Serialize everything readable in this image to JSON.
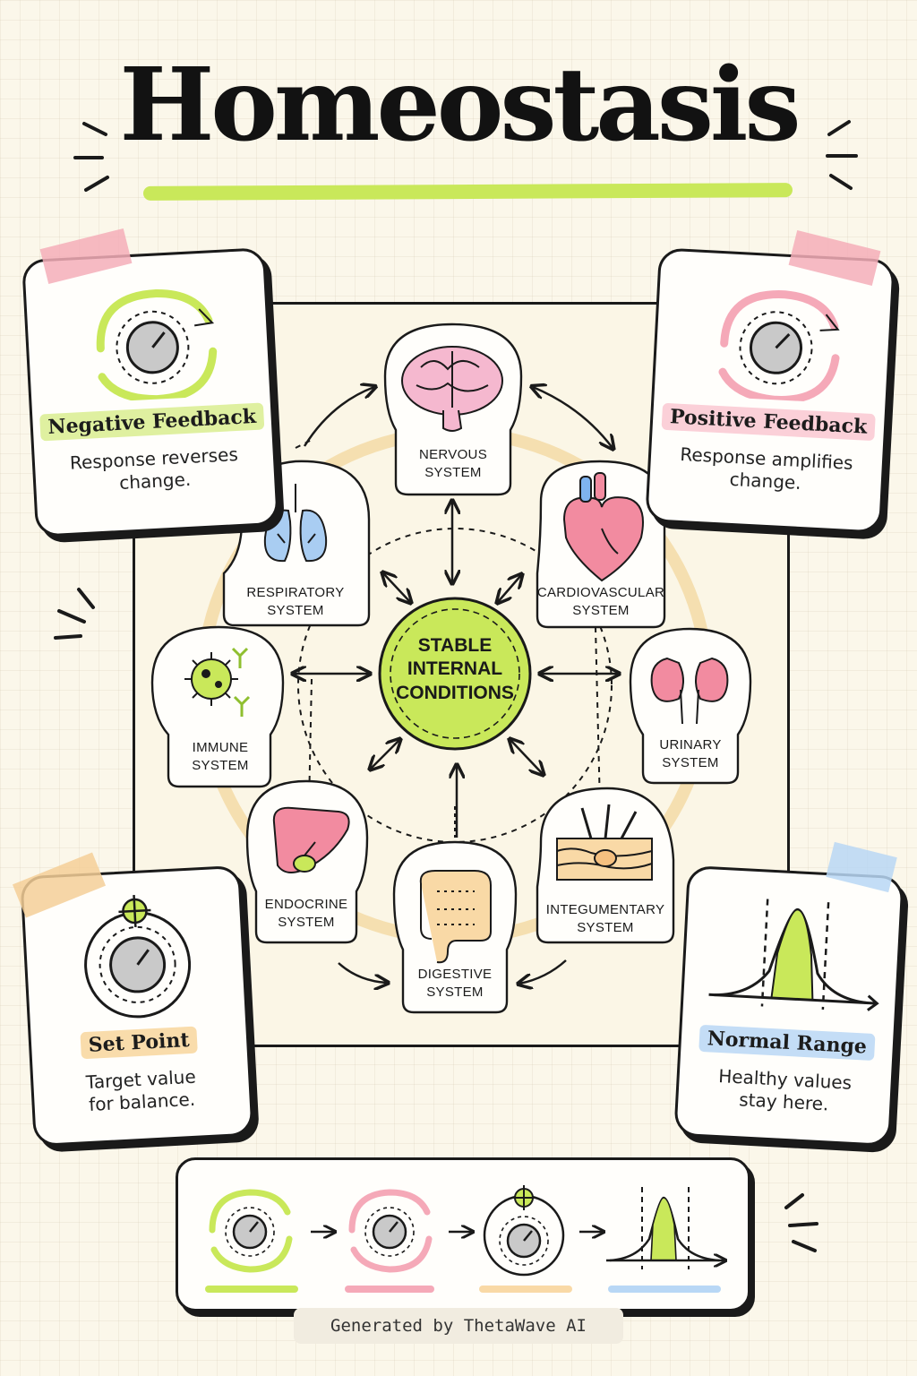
{
  "title": "Homeostasis",
  "cards": {
    "negative": {
      "label": "Negative Feedback",
      "desc_line1": "Response reverses",
      "desc_line2": "change.",
      "color": "#c9e85a"
    },
    "positive": {
      "label": "Positive Feedback",
      "desc_line1": "Response amplifies",
      "desc_line2": "change.",
      "color": "#f5a9b8"
    },
    "setpoint": {
      "label": "Set Point",
      "desc_line1": "Target value",
      "desc_line2": "for balance.",
      "color": "#f9d9a6"
    },
    "normal": {
      "label": "Normal Range",
      "desc_line1": "Healthy values",
      "desc_line2": "stay here.",
      "color": "#b8d7f5"
    }
  },
  "center": {
    "line1": "STABLE",
    "line2": "INTERNAL",
    "line3": "CONDITIONS",
    "color": "#c9e85a"
  },
  "systems": [
    {
      "line1": "NERVOUS",
      "line2": "SYSTEM",
      "icon": "brain-icon"
    },
    {
      "line1": "CARDIOVASCULAR",
      "line2": "SYSTEM",
      "icon": "heart-icon"
    },
    {
      "line1": "URINARY",
      "line2": "SYSTEM",
      "icon": "kidneys-icon"
    },
    {
      "line1": "INTEGUMENTARY",
      "line2": "SYSTEM",
      "icon": "skin-icon"
    },
    {
      "line1": "DIGESTIVE",
      "line2": "SYSTEM",
      "icon": "intestines-icon"
    },
    {
      "line1": "ENDOCRINE",
      "line2": "SYSTEM",
      "icon": "liver-icon"
    },
    {
      "line1": "IMMUNE",
      "line2": "SYSTEM",
      "icon": "virus-antibody-icon"
    },
    {
      "line1": "RESPIRATORY",
      "line2": "SYSTEM",
      "icon": "lungs-icon"
    }
  ],
  "colors": {
    "green": "#c9e85a",
    "pink": "#f5a9b8",
    "orange": "#f9d9a6",
    "blue": "#b8d7f5",
    "ring": "#f5dfb0"
  },
  "footer": "Generated by ThetaWave AI"
}
